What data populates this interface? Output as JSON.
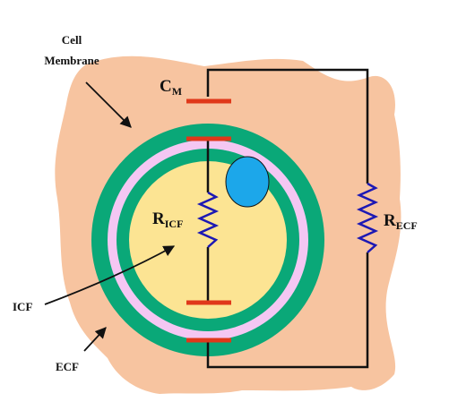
{
  "labels": {
    "cell_membrane_line1": "Cell",
    "cell_membrane_line2": "Membrane",
    "cm_main": "C",
    "cm_sub": "M",
    "ricf_main": "R",
    "ricf_sub": "ICF",
    "recf_main": "R",
    "recf_sub": "ECF",
    "icf": "ICF",
    "ecf": "ECF"
  },
  "colors": {
    "ecf_fill": "#f7c4a0",
    "membrane_green": "#0aa878",
    "membrane_pink": "#f4c7f3",
    "icf_fill": "#fce493",
    "nucleus": "#1ca7ea",
    "resistor": "#1c18b4",
    "capacitor_plate": "#e0381a",
    "wire": "#111111"
  }
}
